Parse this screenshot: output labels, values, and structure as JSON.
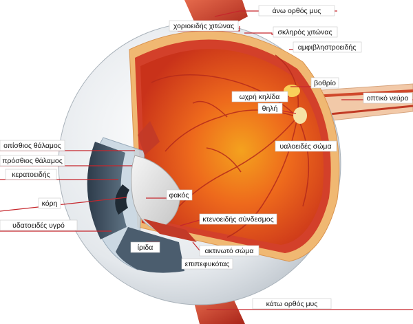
{
  "colors": {
    "leader": "#c6262c",
    "retina": "#e8501e",
    "sclera": "#eceff1",
    "iris": "#3b4b5a",
    "muscle": "#c73a2a"
  },
  "labels": {
    "ano_orthos_mys": "άνω ορθός μυς",
    "choroeidis": "χοριοειδής χιτώνας",
    "skliros": "σκληρός χιτώνας",
    "amfivlistroeidis": "αμφιβληστροειδής",
    "vothrio": "βοθρίο",
    "optiko_nevro": "οπτικό νεύρο",
    "ochri_kilida": "ωχρή κηλίδα",
    "thili": "θηλή",
    "yaloeides": "υαλοειδές σώμα",
    "opisthios": "οπίσθιος θάλαμος",
    "prosthios": "πρόσθιος θάλαμος",
    "keratoeidis": "κερατοειδής",
    "fakos": "φακός",
    "kori": "κόρη",
    "ktenoeidis": "κτενοειδής σύνδεσμος",
    "ydatoeides": "υδατοειδές υγρό",
    "iris": "ίριδα",
    "aktinoto": "ακτινωτό σώμα",
    "epipefykotas": "επιπεφυκότας",
    "kato_orthos_mys": "κάτω ορθός μυς"
  }
}
